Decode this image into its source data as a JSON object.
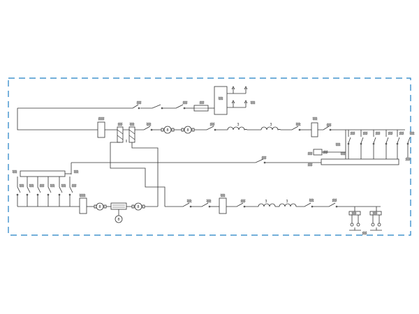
{
  "diagram": {
    "frame_color": "#1f7fc4",
    "line_color": "#333333",
    "label_style": "hatched",
    "motor_symbol": "8",
    "inductor_symbol": "3"
  }
}
